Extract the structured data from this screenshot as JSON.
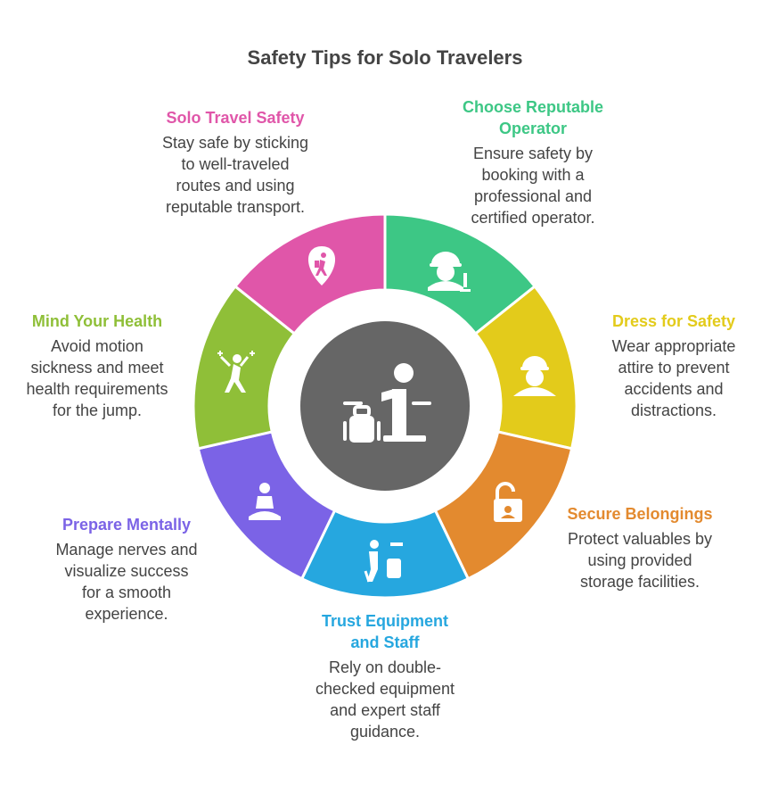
{
  "title": "Safety Tips for Solo Travelers",
  "segments": [
    {
      "heading": "Choose Reputable Operator",
      "desc": "Ensure safety by booking with a professional and certified operator.",
      "color": "#3DC785",
      "icon": "operator-icon"
    },
    {
      "heading": "Dress for Safety",
      "desc": "Wear appropriate attire to prevent accidents and distractions.",
      "color": "#E3CB1B",
      "icon": "helmet-worker-icon"
    },
    {
      "heading": "Secure Belongings",
      "desc": "Protect valuables by using provided storage facilities.",
      "color": "#E38A2F",
      "icon": "unlocked-padlock-icon"
    },
    {
      "heading": "Trust Equipment and Staff",
      "desc": "Rely on double-checked equipment and expert staff guidance.",
      "color": "#26A7DF",
      "icon": "equipment-staff-icon"
    },
    {
      "heading": "Prepare Mentally",
      "desc": "Manage nerves and visualize success for a smooth experience.",
      "color": "#7B63E6",
      "icon": "meditation-icon"
    },
    {
      "heading": "Mind Your Health",
      "desc": "Avoid motion sickness and meet health requirements for the jump.",
      "color": "#8FBF38",
      "icon": "jumping-person-icon"
    },
    {
      "heading": "Solo Travel Safety",
      "desc": "Stay safe by sticking to well-traveled routes and using reputable transport.",
      "color": "#E056A9",
      "icon": "hiker-location-icon"
    }
  ],
  "center": {
    "color": "#666666",
    "icon": "solo-traveler-luggage-icon"
  }
}
